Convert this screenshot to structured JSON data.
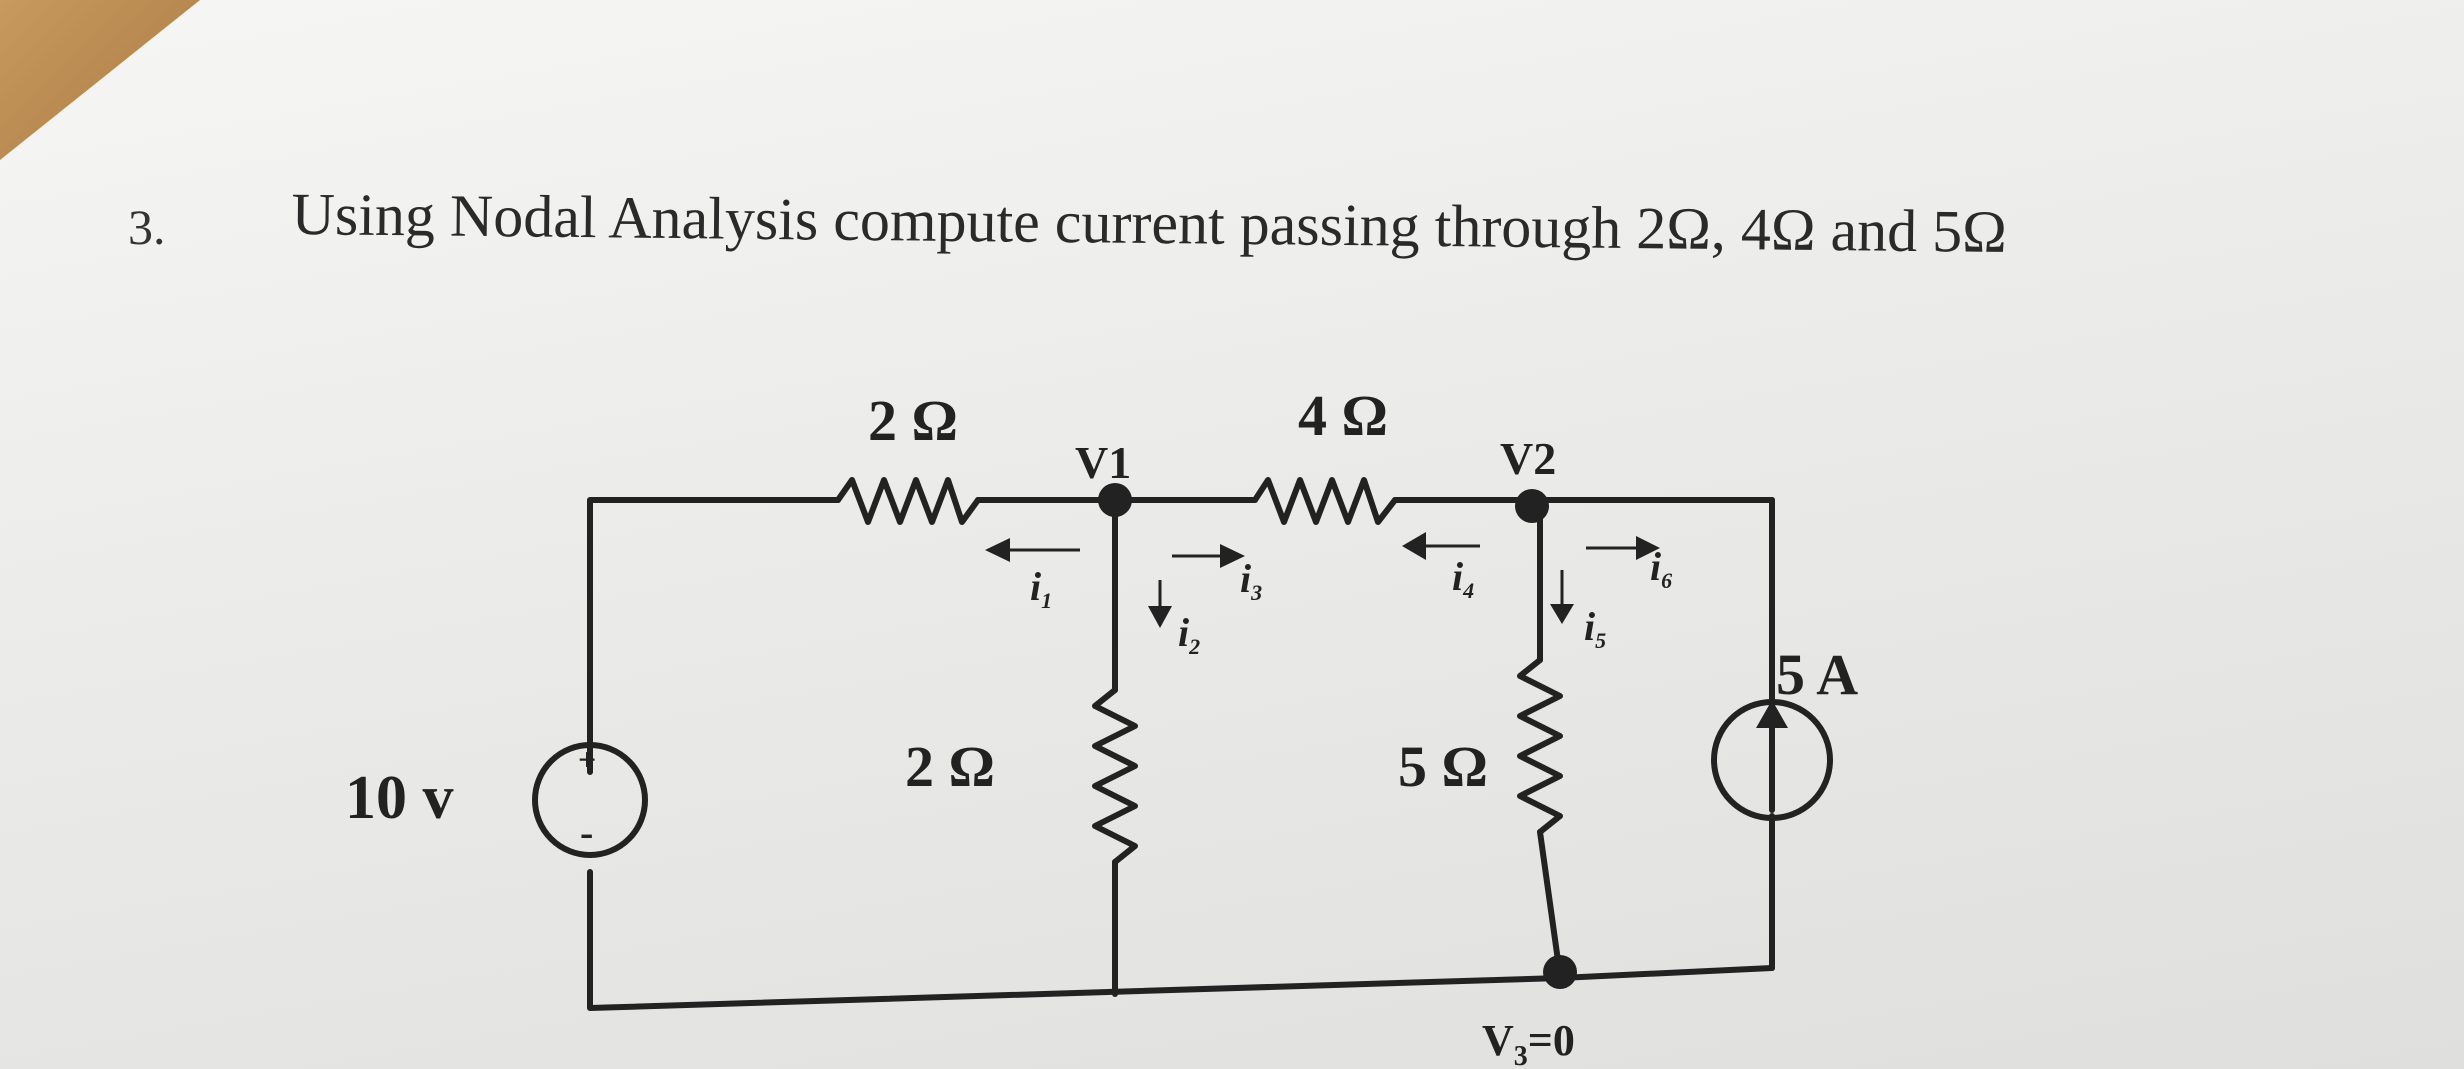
{
  "question": {
    "number": "3.",
    "text": "Using Nodal Analysis compute current passing through 2Ω, 4Ω and 5Ω"
  },
  "circuit": {
    "source_voltage_label": "10 v",
    "source_plus": "+",
    "source_minus": "-",
    "resistor_top_left": "2 Ω",
    "resistor_middle": "2 Ω",
    "resistor_top_right": "4 Ω",
    "resistor_right": "5 Ω",
    "current_source_label": "5 A",
    "node_v1": "V1",
    "node_v2": "V2",
    "node_v3_main": "V",
    "node_v3_sub": "3",
    "node_v3_value": "=0",
    "currents": {
      "i1": "i",
      "i1_sub": "1",
      "i2": "i",
      "i2_sub": "2",
      "i3": "i",
      "i3_sub": "3",
      "i4": "i",
      "i4_sub": "4",
      "i5": "i",
      "i5_sub": "5",
      "i6": "i",
      "i6_sub": "6"
    }
  },
  "colors": {
    "ink": "#222222",
    "paper": "#f2f2f0"
  }
}
